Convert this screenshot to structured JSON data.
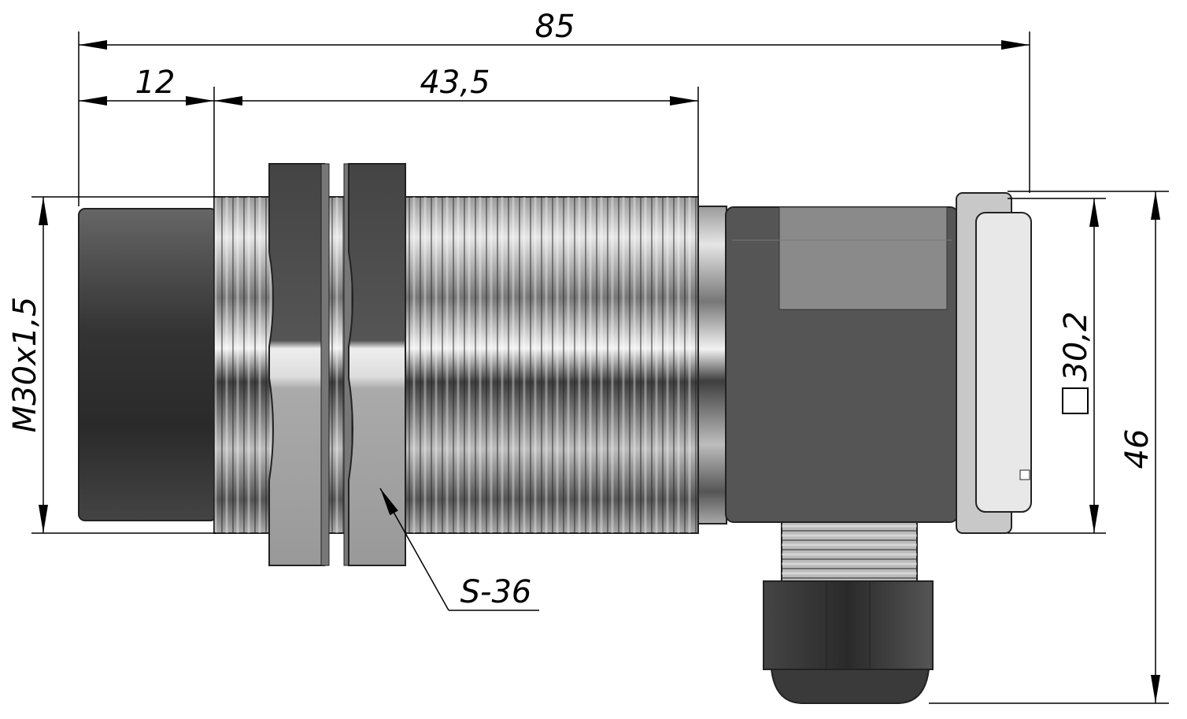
{
  "drawing": {
    "dimensions": {
      "overall_length": "85",
      "front_length": "12",
      "thread_length": "43,5",
      "thread_spec": "M30x1,5",
      "nut_size": "S-36",
      "square_size": "30,2",
      "total_height": "46"
    },
    "colors": {
      "housing": "#555555",
      "label_plate": "#8a8a8a",
      "thread_light": "#d8d8d8",
      "thread_dark": "#3a3a3a"
    }
  }
}
